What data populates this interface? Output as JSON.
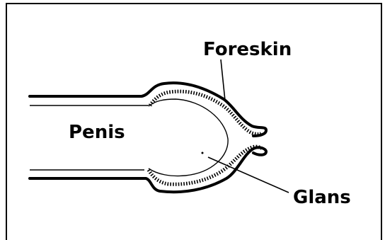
{
  "labels": {
    "foreskin": "Foreskin",
    "penis": "Penis",
    "glans": "Glans"
  },
  "colors": {
    "line": "#000000",
    "background": "#ffffff"
  }
}
